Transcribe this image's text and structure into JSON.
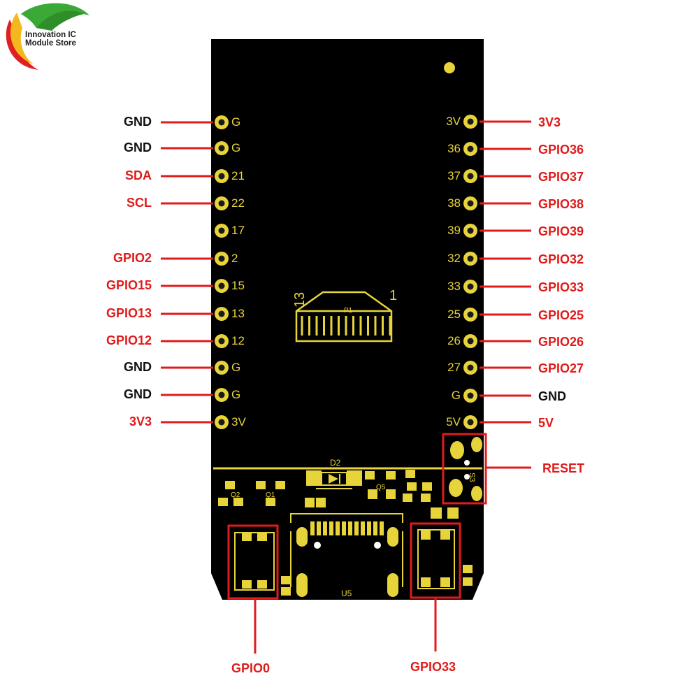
{
  "brand": {
    "line1": "Innovation IC",
    "line2": "Module Store"
  },
  "colors": {
    "board": "#000000",
    "silkscreen": "#e7d33a",
    "callout": "#e01b1b",
    "label_black": "#111111"
  },
  "left_pins": [
    {
      "silk": "G",
      "label": "GND",
      "color": "black"
    },
    {
      "silk": "G",
      "label": "GND",
      "color": "black"
    },
    {
      "silk": "21",
      "label": "SDA",
      "color": "red"
    },
    {
      "silk": "22",
      "label": "SCL",
      "color": "red"
    },
    {
      "silk": "17",
      "label": "",
      "color": "red"
    },
    {
      "silk": "2",
      "label": "GPIO2",
      "color": "red"
    },
    {
      "silk": "15",
      "label": "GPIO15",
      "color": "red"
    },
    {
      "silk": "13",
      "label": "GPIO13",
      "color": "red"
    },
    {
      "silk": "12",
      "label": "GPIO12",
      "color": "red"
    },
    {
      "silk": "G",
      "label": "GND",
      "color": "black"
    },
    {
      "silk": "G",
      "label": "GND",
      "color": "black"
    },
    {
      "silk": "3V",
      "label": "3V3",
      "color": "red"
    }
  ],
  "right_pins": [
    {
      "silk": "3V",
      "label": "3V3",
      "color": "red"
    },
    {
      "silk": "36",
      "label": "GPIO36",
      "color": "red"
    },
    {
      "silk": "37",
      "label": "GPIO37",
      "color": "red"
    },
    {
      "silk": "38",
      "label": "GPIO38",
      "color": "red"
    },
    {
      "silk": "39",
      "label": "GPIO39",
      "color": "red"
    },
    {
      "silk": "32",
      "label": "GPIO32",
      "color": "red"
    },
    {
      "silk": "33",
      "label": "GPIO33",
      "color": "red"
    },
    {
      "silk": "25",
      "label": "GPIO25",
      "color": "red"
    },
    {
      "silk": "26",
      "label": "GPIO26",
      "color": "red"
    },
    {
      "silk": "27",
      "label": "GPIO27",
      "color": "red"
    },
    {
      "silk": "G",
      "label": "GND",
      "color": "black"
    },
    {
      "silk": "5V",
      "label": "5V",
      "color": "red"
    }
  ],
  "buttons": {
    "reset": "RESET",
    "left": "GPIO0",
    "right": "GPIO33"
  },
  "silkscreen": {
    "connector_pin_left": "13",
    "connector_pin_right": "1",
    "connector_ref": "P1",
    "diode": "D2",
    "usb": "U5",
    "q1": "Q1",
    "q2": "Q2",
    "q5": "Q5"
  }
}
